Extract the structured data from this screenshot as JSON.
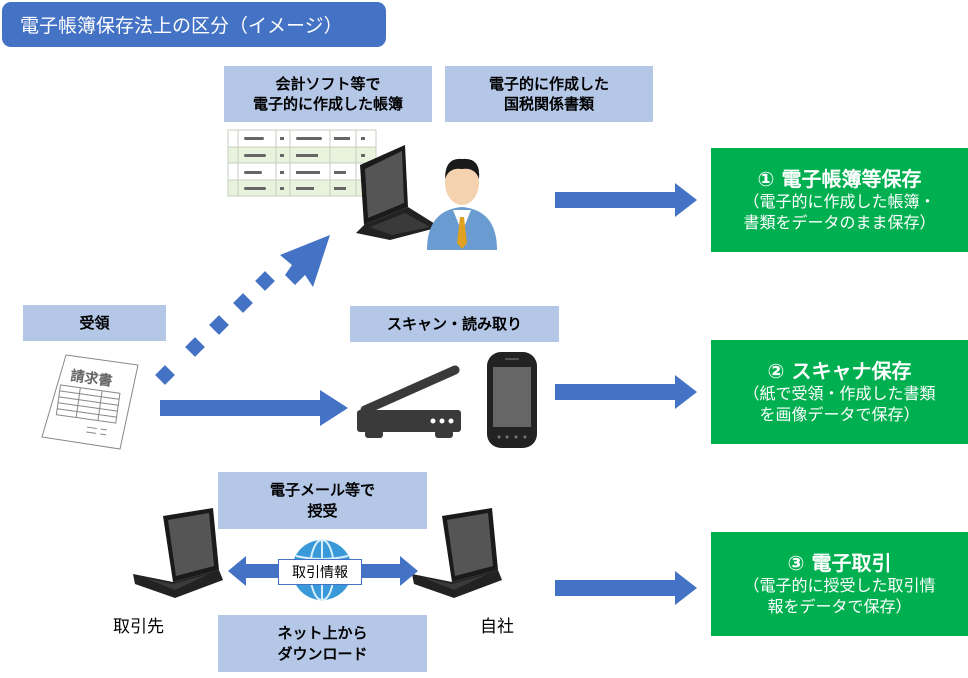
{
  "title": "電子帳簿保存法上の区分（イメージ）",
  "labels": {
    "accounting_software": [
      "会計ソフト等で",
      "電子的に作成した帳簿"
    ],
    "tax_docs": [
      "電子的に作成した",
      "国税関係書類"
    ],
    "received": "受領",
    "scan": "スキャン・読み取り",
    "email": [
      "電子メール等で",
      "授受"
    ],
    "download": [
      "ネット上から",
      "ダウンロード"
    ],
    "transaction_info": "取引情報",
    "partner": "取引先",
    "own_company": "自社",
    "invoice_text": "請求書"
  },
  "categories": [
    {
      "title": "① 電子帳簿等保存",
      "sub": [
        "（電子的に作成した帳簿・",
        "書類をデータのまま保存）"
      ]
    },
    {
      "title": "② スキャナ保存",
      "sub": [
        "（紙で受領・作成した書類",
        "を画像データで保存）"
      ]
    },
    {
      "title": "③ 電子取引",
      "sub": [
        "（電子的に授受した取引情",
        "報をデータで保存）"
      ]
    }
  ],
  "colors": {
    "title_bg": "#4472c4",
    "label_bg": "#b4c7e7",
    "category_bg": "#00b050",
    "arrow": "#4472c4"
  }
}
